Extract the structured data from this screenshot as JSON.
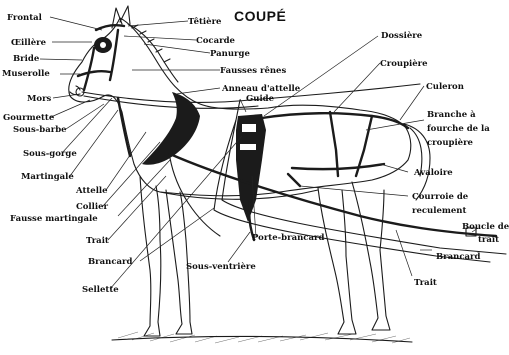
{
  "title": "COUPÉ",
  "labels": {
    "frontal": "Frontal",
    "oeillere": "Œillère",
    "bride": "Bride",
    "muserolle": "Muserolle",
    "mors": "Mors",
    "gourmette": "Gourmette",
    "sous_barbe": "Sous-barbe",
    "sous_gorge": "Sous-gorge",
    "martingale": "Martingale",
    "attelle": "Attelle",
    "collier": "Collier",
    "fausse_martingale": "Fausse martingale",
    "trait_left": "Trait",
    "brancard_left": "Brancard",
    "sellette": "Sellette",
    "sous_ventriere": "Sous-ventrière",
    "porte_brancard": "Porte-brancard",
    "tetiere": "Têtière",
    "cocarde": "Cocarde",
    "panurge": "Panurge",
    "fausses_renes": "Fausses rênes",
    "anneau_attelle_1": "Anneau d'attelle",
    "anneau_attelle_2": "Guide",
    "dossiere": "Dossière",
    "croupiere": "Croupière",
    "culeron": "Culeron",
    "branche_1": "Branche à",
    "branche_2": "fourche de la",
    "branche_3": "croupière",
    "avaloire": "Avaloire",
    "courroie_1": "Courroie de",
    "courroie_2": "reculement",
    "boucle_1": "Boucle de",
    "boucle_2": "trait",
    "brancard_right": "Brancard",
    "trait_right": "Trait"
  }
}
